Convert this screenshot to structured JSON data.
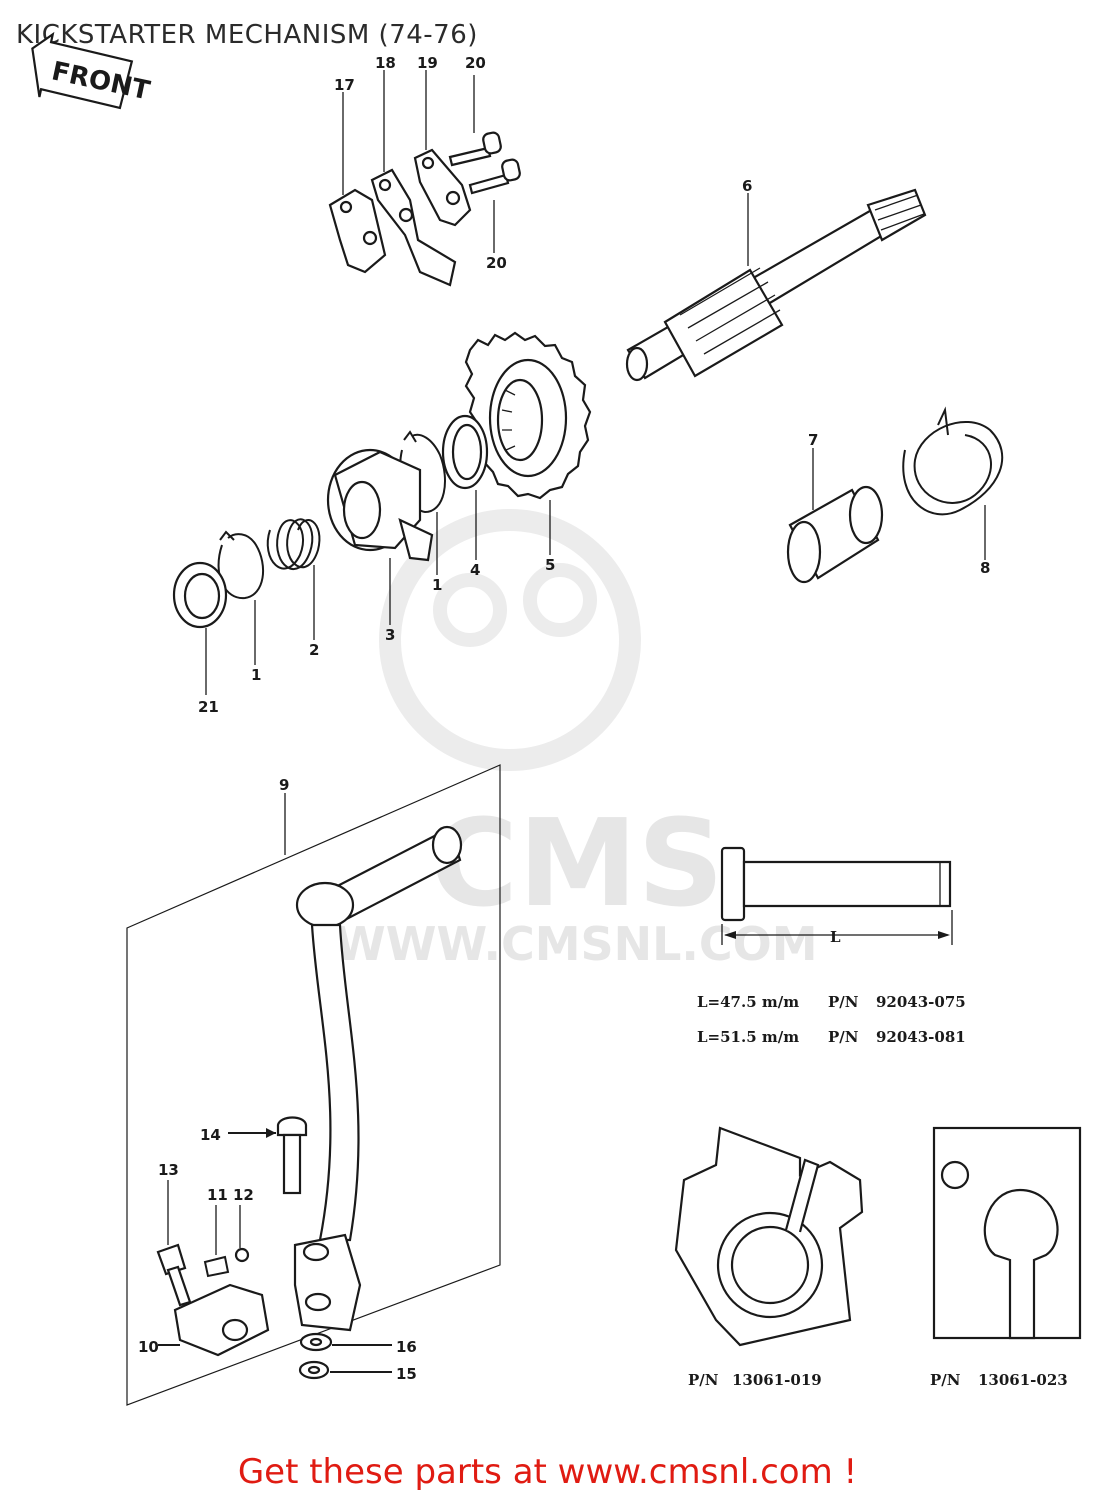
{
  "title": "KICKSTARTER MECHANISM (74-76)",
  "front_label": "FRONT",
  "watermark": {
    "brand": "CMS",
    "url": "WWW.CMSNL.COM"
  },
  "callouts": {
    "c1a": "1",
    "c1b": "1",
    "c2": "2",
    "c3": "3",
    "c4": "4",
    "c5": "5",
    "c6": "6",
    "c7": "7",
    "c8": "8",
    "c9": "9",
    "c10": "10",
    "c11": "11",
    "c12": "12",
    "c13": "13",
    "c14": "14",
    "c15": "15",
    "c16": "16",
    "c17": "17",
    "c18": "18",
    "c19": "19",
    "c20a": "20",
    "c20b": "20",
    "c21": "21"
  },
  "dimension_label": "L",
  "specs": [
    {
      "length": "L=47.5 m/m",
      "pn_label": "P/N",
      "pn": "92043-075"
    },
    {
      "length": "L=51.5 m/m",
      "pn_label": "P/N",
      "pn": "92043-081"
    }
  ],
  "tool_parts": [
    {
      "pn_label": "P/N",
      "pn": "13061-019"
    },
    {
      "pn_label": "P/N",
      "pn": "13061-023"
    }
  ],
  "footer": "Get these parts at www.cmsnl.com !",
  "colors": {
    "footer": "#e01b12",
    "line": "#1a1a1a",
    "watermark": "#e6e6e6"
  }
}
